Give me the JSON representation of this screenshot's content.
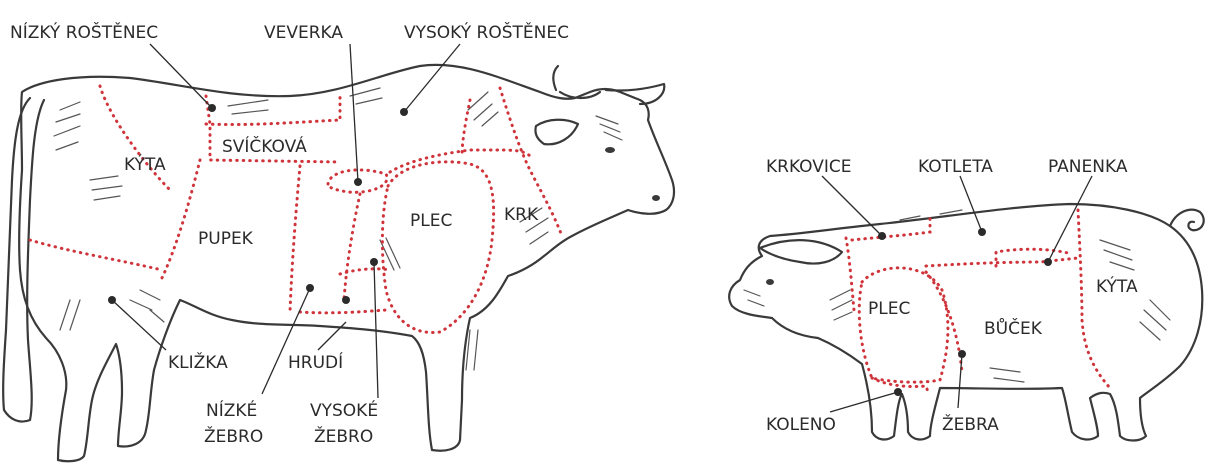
{
  "colors": {
    "cut_line": "#d0343b",
    "outline": "#3a3a3a",
    "text": "#2b2b2b",
    "background": "#ffffff"
  },
  "cow": {
    "labels": {
      "nizky_rostenec": "NÍZKÝ ROŠTĚNEC",
      "veverka": "VEVERKA",
      "vysoky_rostenec": "VYSOKÝ ROŠTĚNEC",
      "svickova": "SVÍČKOVÁ",
      "kyta": "KÝTA",
      "pupek": "PUPEK",
      "plec": "PLEC",
      "krk": "KRK",
      "klizka": "KLIŽKA",
      "hrudi": "HRUDÍ",
      "nizke_zebro_1": "NÍZKÉ",
      "nizke_zebro_2": "ŽEBRO",
      "vysoke_zebro_1": "VYSOKÉ",
      "vysoke_zebro_2": "ŽEBRO"
    }
  },
  "pig": {
    "labels": {
      "krkovice": "KRKOVICE",
      "kotleta": "KOTLETA",
      "panenka": "PANENKA",
      "kyta": "KÝTA",
      "plec": "PLEC",
      "bucek": "BŮČEK",
      "koleno": "KOLENO",
      "zebra": "ŽEBRA"
    }
  }
}
